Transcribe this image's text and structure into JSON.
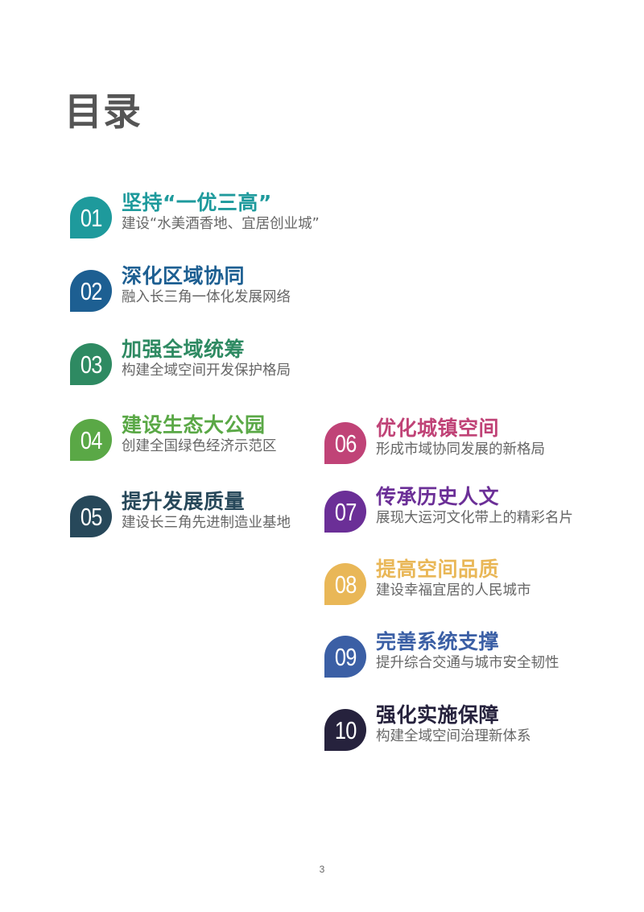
{
  "page": {
    "title": "目录",
    "page_number": "3"
  },
  "toc": {
    "items": [
      {
        "number": "01",
        "title": "坚持“一优三高”",
        "subtitle": "建设“水美酒香地、宜居创业城”",
        "color": "#1e9a9c"
      },
      {
        "number": "02",
        "title": "深化区域协同",
        "subtitle": "融入长三角一体化发展网络",
        "color": "#1d5f92"
      },
      {
        "number": "03",
        "title": "加强全域统筹",
        "subtitle": "构建全域空间开发保护格局",
        "color": "#2e8a62"
      },
      {
        "number": "04",
        "title": "建设生态大公园",
        "subtitle": "创建全国绿色经济示范区",
        "color": "#5aa846"
      },
      {
        "number": "05",
        "title": "提升发展质量",
        "subtitle": "建设长三角先进制造业基地",
        "color": "#27485a"
      },
      {
        "number": "06",
        "title": "优化城镇空间",
        "subtitle": "形成市域协同发展的新格局",
        "color": "#c04377"
      },
      {
        "number": "07",
        "title": "传承历史人文",
        "subtitle": "展现大运河文化带上的精彩名片",
        "color": "#6b2f97"
      },
      {
        "number": "08",
        "title": "提高空间品质",
        "subtitle": "建设幸福宜居的人民城市",
        "color": "#e9b757"
      },
      {
        "number": "09",
        "title": "完善系统支撑",
        "subtitle": "提升综合交通与城市安全韧性",
        "color": "#3b5fa5"
      },
      {
        "number": "10",
        "title": "强化实施保障",
        "subtitle": "构建全域空间治理新体系",
        "color": "#26223d"
      }
    ]
  }
}
